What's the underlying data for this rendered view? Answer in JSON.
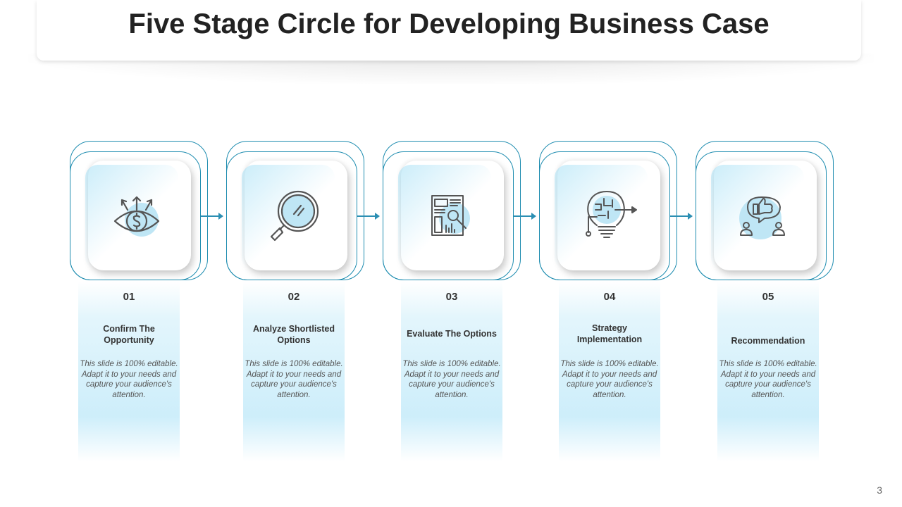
{
  "title": "Five Stage Circle for Developing Business Case",
  "stages": [
    {
      "number": "01",
      "label": "Confirm The Opportunity",
      "description": "This slide is 100% editable. Adapt it to your needs and capture your audience's attention.",
      "icon": "eye-dollar-icon"
    },
    {
      "number": "02",
      "label": "Analyze Shortlisted Options",
      "description": "This slide is 100% editable. Adapt it to your needs and capture your audience's attention.",
      "icon": "magnifier-icon"
    },
    {
      "number": "03",
      "label": "Evaluate The Options",
      "description": "This slide is 100% editable. Adapt it to your needs and capture your audience's attention.",
      "icon": "report-search-icon"
    },
    {
      "number": "04",
      "label": "Strategy Implementation",
      "description": "This slide is 100% editable. Adapt it to your needs and capture your audience's attention.",
      "icon": "bulb-maze-icon"
    },
    {
      "number": "05",
      "label": "Recommendation",
      "description": "This slide is 100% editable. Adapt it to your needs and capture your audience's attention.",
      "icon": "thumbs-up-chat-icon"
    }
  ],
  "page_number": "3",
  "colors": {
    "accent": "#1f8db0",
    "icon_blob": "#bfe6f5",
    "icon_stroke": "#555555"
  }
}
